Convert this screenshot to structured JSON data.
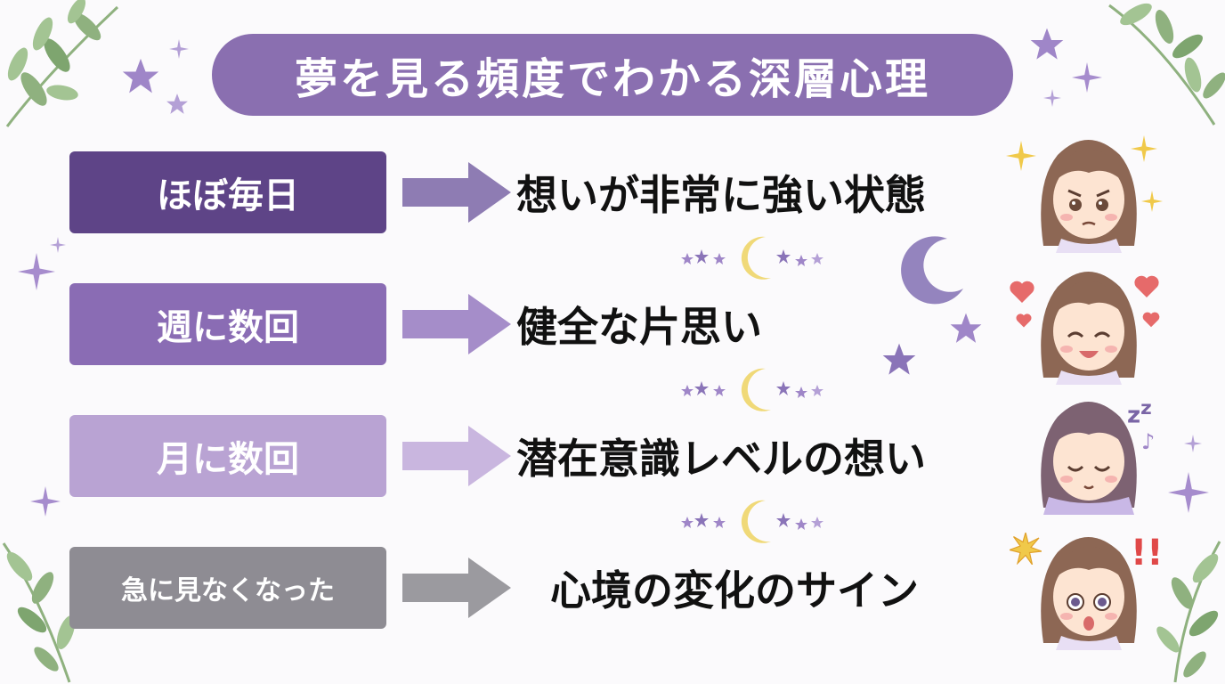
{
  "title": "夢を見る頻度でわかる深層心理",
  "colors": {
    "title_bg": "#8a6fb0",
    "row_colors": [
      "#5e4487",
      "#8a6cb4",
      "#b9a3d3",
      "#8e8c93"
    ],
    "arrow_colors": [
      "#7a65a6",
      "#9579bf",
      "#c3aedc",
      "#8a888e"
    ],
    "moon": "#f0d978",
    "moon_large": "#9484be",
    "leaf": "#7ea56f",
    "sparkle": "#a68ccd"
  },
  "rows": [
    {
      "label": "ほぼ毎日",
      "result": "想いが非常に強い状態",
      "face_icon": "determined-girl-icon",
      "accent_icon": "sparkle-icon"
    },
    {
      "label": "週に数回",
      "result": "健全な片思い",
      "face_icon": "smiling-girl-icon",
      "accent_icon": "heart-icon"
    },
    {
      "label": "月に数回",
      "result": "潜在意識レベルの想い",
      "face_icon": "sleeping-girl-icon",
      "accent_icon": "zzz-icon"
    },
    {
      "label": "急に見なくなった",
      "result": "心境の変化のサイン",
      "face_icon": "surprised-girl-icon",
      "accent_icon": "exclamation-icon"
    }
  ],
  "decorations": [
    "leaf-branch-icon",
    "star-icon",
    "crescent-moon-icon",
    "sparkle-icon"
  ]
}
